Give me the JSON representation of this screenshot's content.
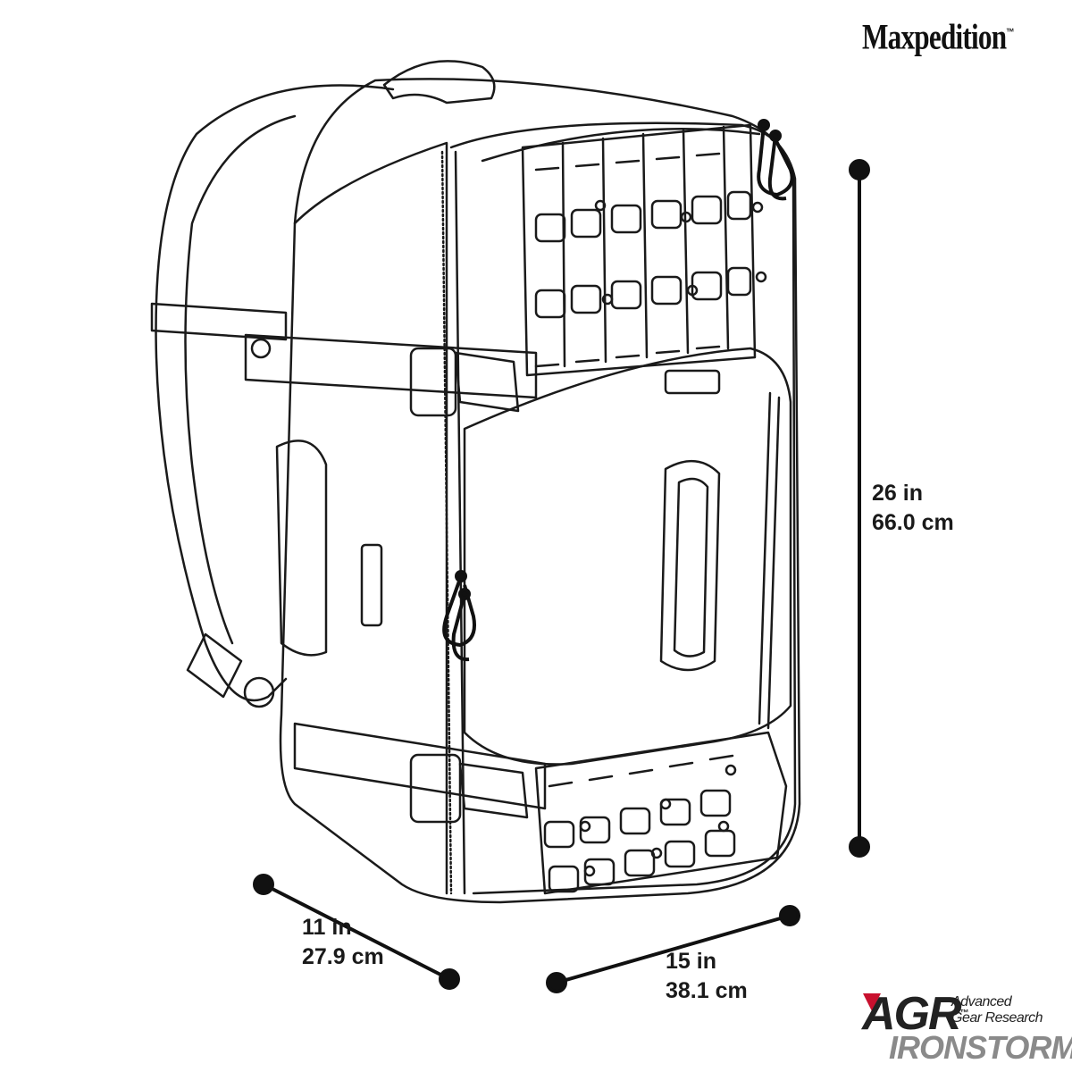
{
  "brand": {
    "name": "Maxpedition",
    "trademark": "™"
  },
  "dimensions": {
    "height": {
      "imperial": "26 in",
      "metric": "66.0 cm"
    },
    "depth": {
      "imperial": "11 in",
      "metric": "27.9 cm"
    },
    "width": {
      "imperial": "15 in",
      "metric": "38.1 cm"
    }
  },
  "agr": {
    "mark": "AGR",
    "trademark": "™",
    "line1": "Advanced",
    "line2": "Gear Research"
  },
  "product": {
    "name": "IRONSTORM",
    "trademark": "™"
  },
  "colors": {
    "ink": "#1a1a1a",
    "accent": "#c8102e",
    "product_gray": "#8a8a8a"
  }
}
